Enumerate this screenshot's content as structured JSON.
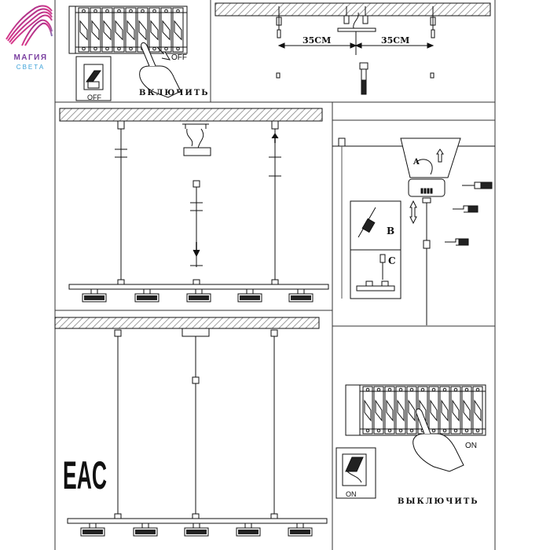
{
  "brand": {
    "name": "МАГИЯ",
    "sub": "СВЕТА",
    "colors": [
      "#5b2b8a",
      "#d9378a",
      "#3aa0d8"
    ]
  },
  "labels": {
    "off": "OFF",
    "on": "ON",
    "turn_on": "ВКЛЮЧИТЬ",
    "turn_off": "ВЫКЛЮЧИТЬ",
    "dim_left": "35СМ",
    "dim_right": "35СМ",
    "step_a": "A",
    "step_b": "B",
    "step_c": "C",
    "cert_mark": "EAC"
  },
  "colors": {
    "line": "#111111",
    "hatch": "#999999",
    "panel_border": "#333333"
  }
}
